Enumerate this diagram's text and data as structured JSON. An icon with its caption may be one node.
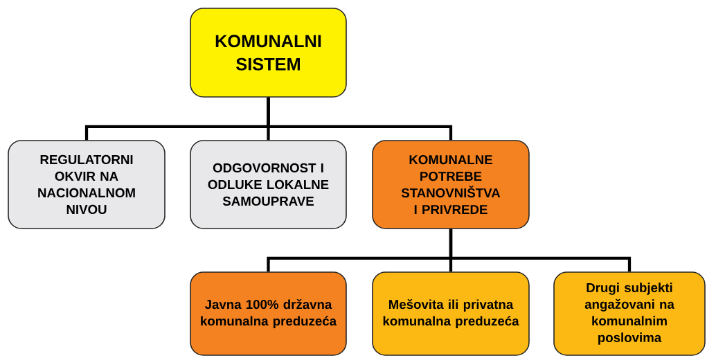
{
  "diagram": {
    "nodes": [
      {
        "text": [
          "KOMUNALNI SISTEM"
        ]
      },
      {
        "text": [
          "REGULATORNI OKVIR NA NACIONALNOM NIVOU"
        ]
      },
      {
        "text": [
          "ODGOVORNOST I ODLUKE LOKALNE SAMOUPRAVE"
        ]
      },
      {
        "text": [
          "KOMUNALNE POTREBE STANOVNIŠTVA I PRIVREDE"
        ]
      },
      {
        "text": [
          "Javna 100% državna komunalna preduzeća"
        ]
      },
      {
        "text": [
          "Mešovita ili privatna komunalna preduzeća"
        ]
      },
      {
        "text": [
          "Drugi subjekti angažovani na komunalnim poslovima"
        ]
      }
    ],
    "edges": [
      {
        "from": 0,
        "to": 1,
        "arrow": "none"
      },
      {
        "from": 0,
        "to": 2,
        "arrow": "none"
      },
      {
        "from": 0,
        "to": 3,
        "arrow": "none"
      },
      {
        "from": 3,
        "to": 4,
        "arrow": "none"
      },
      {
        "from": 3,
        "to": 5,
        "arrow": "none"
      },
      {
        "from": 3,
        "to": 6,
        "arrow": "none"
      }
    ]
  }
}
